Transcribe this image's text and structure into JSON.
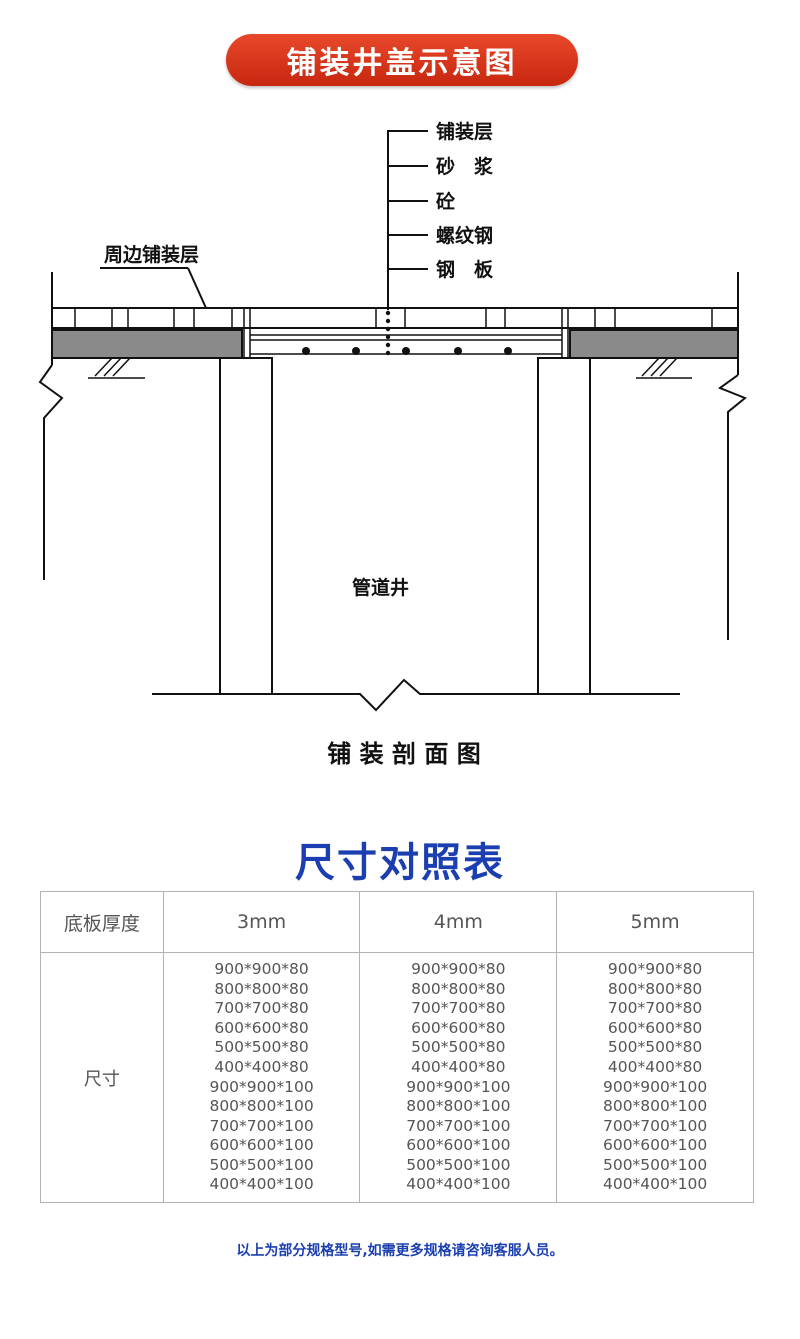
{
  "banner": {
    "title": "铺装井盖示意图"
  },
  "diagram": {
    "layer_labels": [
      "铺装层",
      "砂　浆",
      "砼",
      "螺纹钢",
      "钢　板"
    ],
    "side_label": "周边铺装层",
    "shaft_label": "管道井",
    "caption": "铺 装 剖 面 图"
  },
  "table": {
    "title": "尺寸对照表",
    "header": {
      "label": "底板厚度",
      "columns": [
        "3mm",
        "4mm",
        "5mm"
      ]
    },
    "row_label": "尺寸",
    "sizes": [
      [
        "900*900*80",
        "800*800*80",
        "700*700*80",
        "600*600*80",
        "500*500*80",
        "400*400*80",
        "900*900*100",
        "800*800*100",
        "700*700*100",
        "600*600*100",
        "500*500*100",
        "400*400*100"
      ],
      [
        "900*900*80",
        "800*800*80",
        "700*700*80",
        "600*600*80",
        "500*500*80",
        "400*400*80",
        "900*900*100",
        "800*800*100",
        "700*700*100",
        "600*600*100",
        "500*500*100",
        "400*400*100"
      ],
      [
        "900*900*80",
        "800*800*80",
        "700*700*80",
        "600*600*80",
        "500*500*80",
        "400*400*80",
        "900*900*100",
        "800*800*100",
        "700*700*100",
        "600*600*100",
        "500*500*100",
        "400*400*100"
      ]
    ]
  },
  "footnote": "以上为部分规格型号,如需更多规格请咨询客服人员。",
  "colors": {
    "banner": "#d83518",
    "title_blue": "#1b3fb0",
    "table_border": "#b3b3b3"
  }
}
